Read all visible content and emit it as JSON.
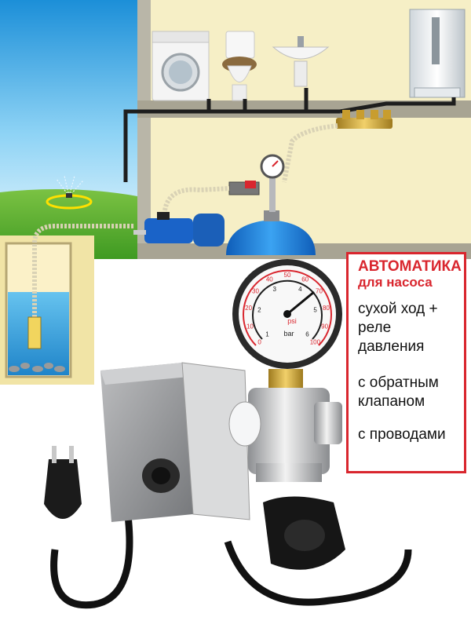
{
  "info_panel": {
    "title": "АВТОМАТИКА",
    "subtitle": "для насоса",
    "features": [
      "сухой ход + реле давления",
      "с обратным клапаном",
      "с проводами"
    ]
  },
  "gauge": {
    "unit_psi": "psi",
    "unit_bar": "bar",
    "outer_ticks": [
      "0",
      "10",
      "20",
      "30",
      "40",
      "50",
      "60",
      "70",
      "80",
      "90",
      "100"
    ],
    "inner_ticks": [
      "1",
      "2",
      "3",
      "4",
      "5",
      "6"
    ]
  },
  "colors": {
    "accent": "#d9262e",
    "sky": "#3aa8e6",
    "grass": "#5fb83a",
    "wall": "#f4eec0",
    "pipe": "#222222",
    "tank": "#1f7fd6",
    "pump": "#1a63c8"
  }
}
